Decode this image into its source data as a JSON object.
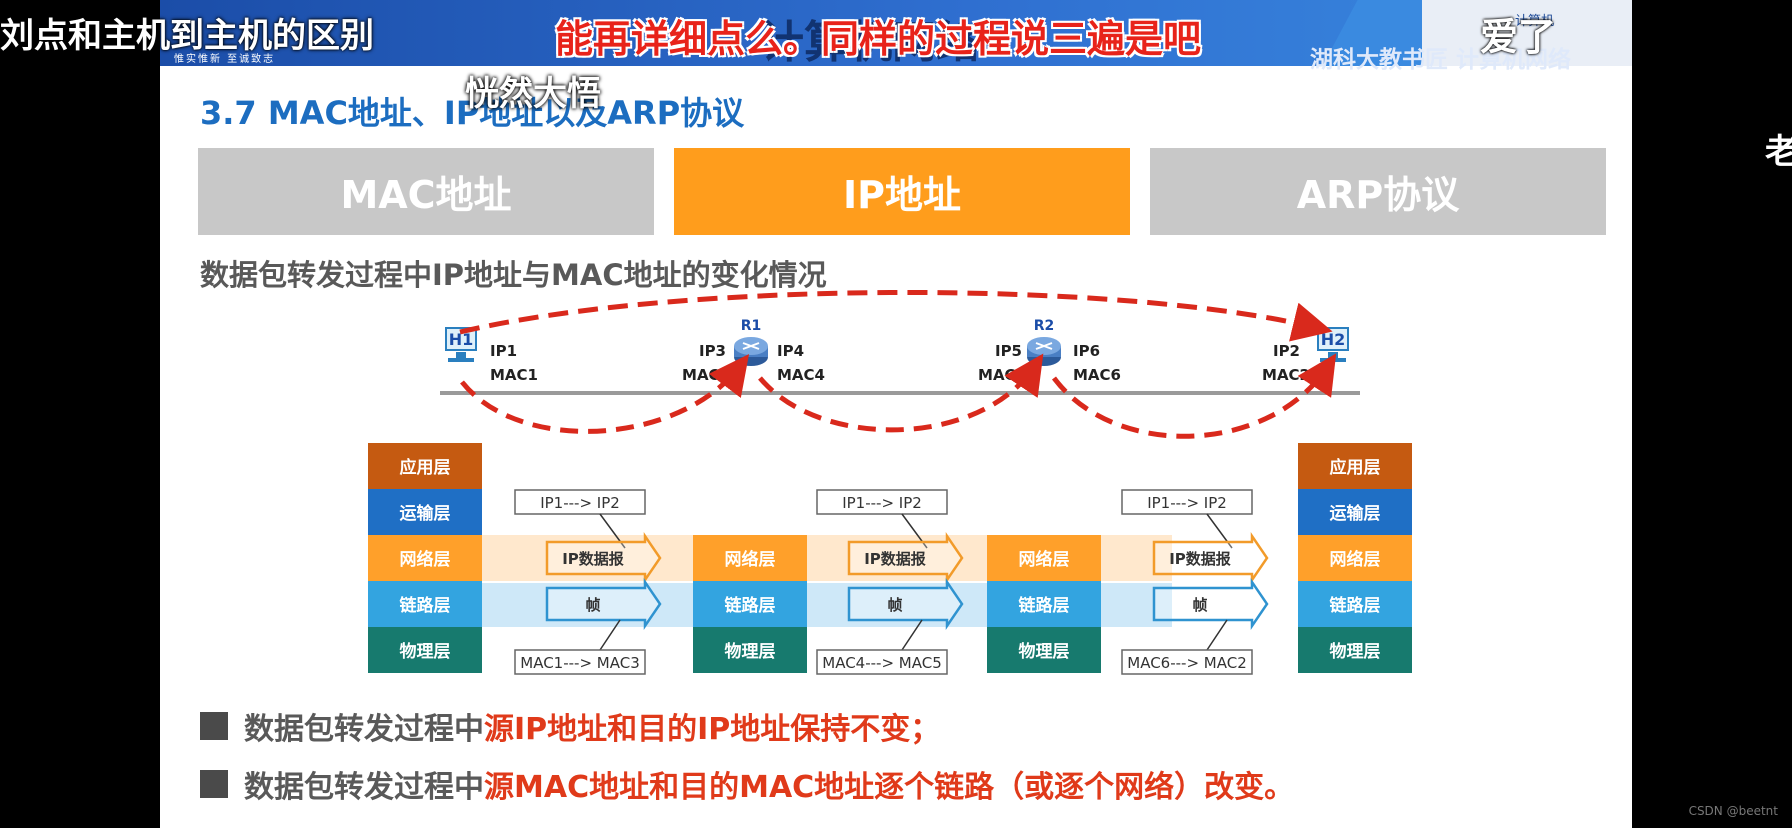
{
  "slide": {
    "motto": "惟实惟新  至诚致志",
    "bg_title": "计算机网络",
    "course_name": "湖科大教书匠 计算机网络",
    "top_right_small": "计算机",
    "section_title": "3.7 MAC地址、IP地址以及ARP协议",
    "tabs": [
      {
        "label": "MAC地址",
        "active": false
      },
      {
        "label": "IP地址",
        "active": true
      },
      {
        "label": "ARP协议",
        "active": false
      }
    ],
    "subheading": "数据包转发过程中IP地址与MAC地址的变化情况",
    "colors": {
      "tab_inactive": "#c8c8c8",
      "tab_active": "#ff9d1c",
      "section_title": "#1c6dc0",
      "highlight_red": "#e03a1a",
      "dashed_arc": "#d9291c"
    }
  },
  "diagram": {
    "hosts": [
      {
        "label": "H1",
        "ip": "IP1",
        "mac": "MAC1"
      },
      {
        "label": "H2",
        "ip": "IP2",
        "mac": "MAC2"
      }
    ],
    "routers": [
      {
        "label": "R1",
        "left_ip": "IP3",
        "left_mac": "MAC3",
        "right_ip": "IP4",
        "right_mac": "MAC4"
      },
      {
        "label": "R2",
        "left_ip": "IP5",
        "left_mac": "MAC5",
        "right_ip": "IP6",
        "right_mac": "MAC6"
      }
    ],
    "layers": {
      "app": "应用层",
      "transport": "运输层",
      "network": "网络层",
      "link": "链路层",
      "physical": "物理层"
    },
    "packet_label": "IP数据报",
    "frame_label": "帧",
    "hops": [
      {
        "ip_header": "IP1---> IP2",
        "mac_header": "MAC1---> MAC3"
      },
      {
        "ip_header": "IP1---> IP2",
        "mac_header": "MAC4---> MAC5"
      },
      {
        "ip_header": "IP1---> IP2",
        "mac_header": "MAC6---> MAC2"
      }
    ],
    "colors": {
      "app": "#c55a11",
      "transport": "#1f6fc5",
      "network": "#ffa02a",
      "link": "#33a4e0",
      "physical": "#177a6e"
    }
  },
  "bullets": [
    {
      "prefix": "数据包转发过程中",
      "highlight": "源IP地址和目的IP地址保持不变；"
    },
    {
      "prefix": "数据包转发过程中",
      "highlight": "源MAC地址和目的MAC地址逐个链路（或逐个网络）改变。"
    }
  ],
  "captions": {
    "left": "刘点和主机到主机的区别",
    "top": "能再详细点么。同样的过程说三遍是吧",
    "top_right": "爱了",
    "mid": "恍然大悟",
    "right_edge": "老"
  },
  "watermark": "CSDN @beetnt"
}
